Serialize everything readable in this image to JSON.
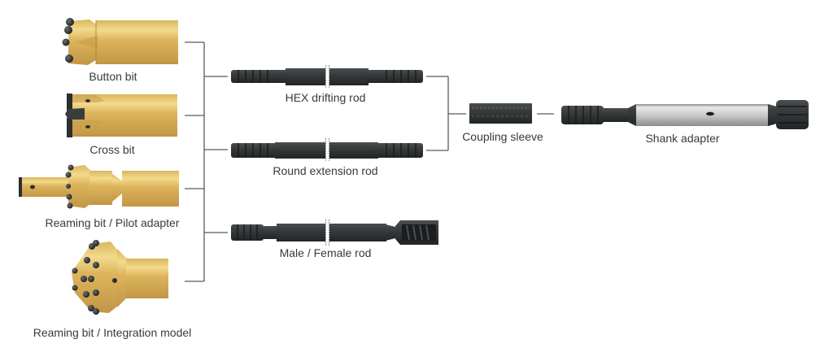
{
  "diagram": {
    "type": "component-connection-diagram",
    "colors": {
      "gold": "#d6ae55",
      "gold_highlight": "#f3da8c",
      "gold_shadow": "#b98f3c",
      "steel_dark": "#2f3233",
      "steel_mid": "#45494a",
      "silver": "#c9cacb",
      "silver_highlight": "#eeeeee",
      "line": "#5a5a5a",
      "text": "#3a3a3a"
    },
    "bits": [
      {
        "id": "button-bit",
        "label": "Button bit"
      },
      {
        "id": "cross-bit",
        "label": "Cross bit"
      },
      {
        "id": "reaming-bit-pilot",
        "label": "Reaming bit / Pilot adapter"
      },
      {
        "id": "reaming-bit-integration",
        "label": "Reaming bit / Integration model"
      }
    ],
    "rods": [
      {
        "id": "hex-drifting-rod",
        "label": "HEX drifting rod"
      },
      {
        "id": "round-extension-rod",
        "label": "Round extension rod"
      },
      {
        "id": "male-female-rod",
        "label": "Male / Female rod"
      }
    ],
    "coupling": {
      "id": "coupling-sleeve",
      "label": "Coupling sleeve"
    },
    "shank": {
      "id": "shank-adapter",
      "label": "Shank adapter"
    },
    "connections": [
      {
        "from": "bits",
        "to": "rods"
      },
      {
        "from": "hex-drifting-rod",
        "to": "coupling-sleeve"
      },
      {
        "from": "round-extension-rod",
        "to": "coupling-sleeve"
      },
      {
        "from": "coupling-sleeve",
        "to": "shank-adapter"
      }
    ]
  }
}
